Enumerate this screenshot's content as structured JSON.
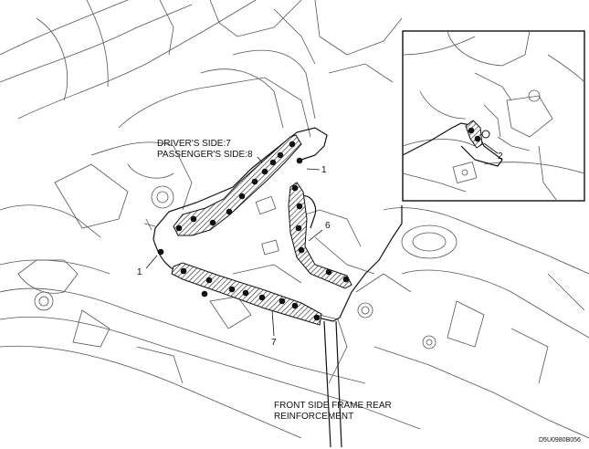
{
  "labels": {
    "drivers_side": "DRIVER'S SIDE:7",
    "passengers_side": "PASSENGER'S SIDE:8",
    "callout_1_upper": "1",
    "callout_1_lower": "1",
    "callout_2": "2",
    "callout_6": "6",
    "callout_7": "7",
    "part_line1": "FRONT SIDE FRAME REAR",
    "part_line2": "REINFORCEMENT",
    "figure_code": "D5U0980B056"
  }
}
